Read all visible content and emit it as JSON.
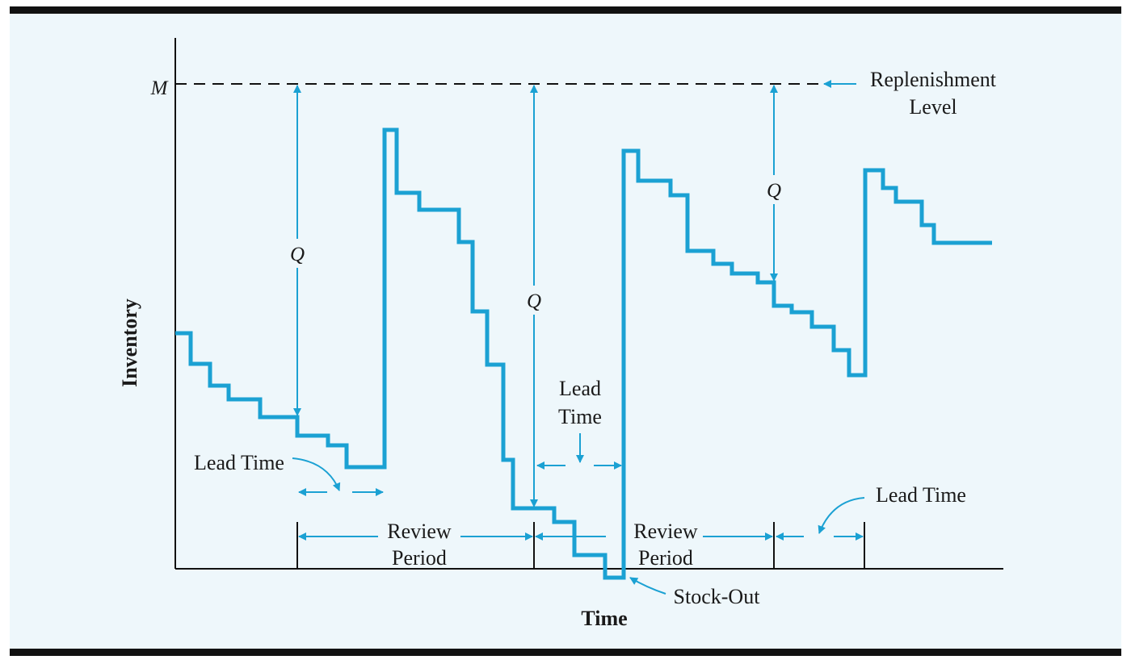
{
  "figure": {
    "y_axis_label": "Inventory",
    "x_axis_label": "Time",
    "max_label": "M",
    "replenishment_label": [
      "Replenishment",
      "Level"
    ],
    "q_label": "Q",
    "lead_time_label": "Lead Time",
    "lead_time_stacked": [
      "Lead",
      "Time"
    ],
    "review_period_label": [
      "Review",
      "Period"
    ],
    "stock_out_label": "Stock-Out"
  },
  "colors": {
    "background": "#ffffff",
    "panel": "#eef7fb",
    "frame_bars": "#111111",
    "inventory_line": "#1ba1d3",
    "annotation": "#1ba1d3",
    "axis": "#111111",
    "text": "#1a1a1a"
  }
}
